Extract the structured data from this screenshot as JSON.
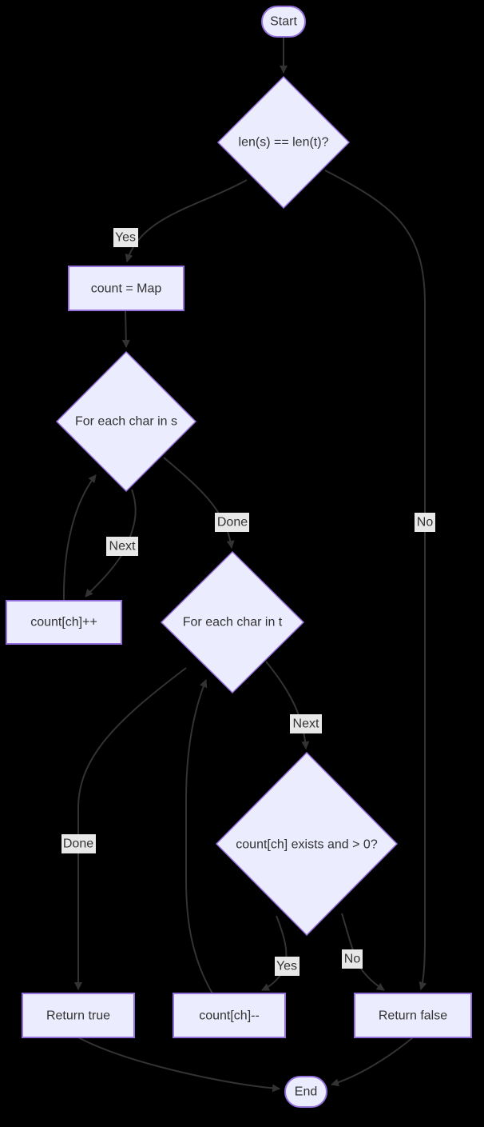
{
  "diagram": {
    "type": "flowchart",
    "direction": "top-down",
    "colors": {
      "background": "#000000",
      "node_fill": "#ECECFF",
      "node_border": "#9370DB",
      "edge_color": "#333333",
      "label_background": "#e8e8e8",
      "text_color": "#333333"
    },
    "nodes": {
      "start": {
        "label": "Start",
        "shape": "stadium"
      },
      "len_check": {
        "label": "len(s) == len(t)?",
        "shape": "diamond"
      },
      "count_map": {
        "label": "count = Map",
        "shape": "rect"
      },
      "for_each_s": {
        "label": "For each char in s",
        "shape": "diamond"
      },
      "count_inc": {
        "label": "count[ch]++",
        "shape": "rect"
      },
      "for_each_t": {
        "label": "For each char in t",
        "shape": "diamond"
      },
      "count_exists": {
        "label": "count[ch] exists and > 0?",
        "shape": "diamond"
      },
      "return_true": {
        "label": "Return true",
        "shape": "rect"
      },
      "count_dec": {
        "label": "count[ch]--",
        "shape": "rect"
      },
      "return_false": {
        "label": "Return false",
        "shape": "rect"
      },
      "end": {
        "label": "End",
        "shape": "stadium"
      }
    },
    "edges": [
      {
        "from": "start",
        "to": "len_check",
        "label": ""
      },
      {
        "from": "len_check",
        "to": "count_map",
        "label": "Yes"
      },
      {
        "from": "len_check",
        "to": "return_false",
        "label": "No"
      },
      {
        "from": "count_map",
        "to": "for_each_s",
        "label": ""
      },
      {
        "from": "for_each_s",
        "to": "count_inc",
        "label": "Next"
      },
      {
        "from": "count_inc",
        "to": "for_each_s",
        "label": ""
      },
      {
        "from": "for_each_s",
        "to": "for_each_t",
        "label": "Done"
      },
      {
        "from": "for_each_t",
        "to": "count_exists",
        "label": "Next"
      },
      {
        "from": "for_each_t",
        "to": "return_true",
        "label": "Done"
      },
      {
        "from": "count_exists",
        "to": "count_dec",
        "label": "Yes"
      },
      {
        "from": "count_exists",
        "to": "return_false",
        "label": "No"
      },
      {
        "from": "count_dec",
        "to": "for_each_t",
        "label": ""
      },
      {
        "from": "return_true",
        "to": "end",
        "label": ""
      },
      {
        "from": "return_false",
        "to": "end",
        "label": ""
      }
    ]
  }
}
